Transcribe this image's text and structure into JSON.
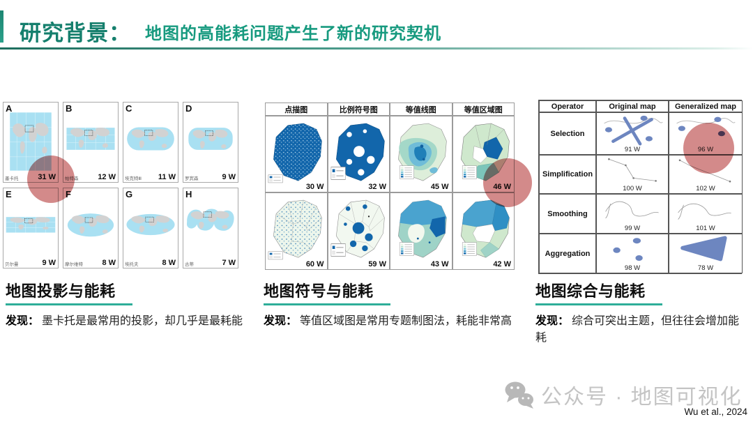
{
  "header": {
    "title": "研究背景：",
    "subtitle": "地图的高能耗问题产生了新的研究契机"
  },
  "projections": {
    "cells": [
      {
        "letter": "A",
        "name": "墨卡托",
        "watts": "31 W"
      },
      {
        "letter": "B",
        "name": "帕特森",
        "watts": "12 W"
      },
      {
        "letter": "C",
        "name": "埃克特Ⅲ",
        "watts": "11 W"
      },
      {
        "letter": "D",
        "name": "罗宾森",
        "watts": "9 W"
      },
      {
        "letter": "E",
        "name": "贝尔曼",
        "watts": "9 W"
      },
      {
        "letter": "F",
        "name": "摩尔维特",
        "watts": "8 W"
      },
      {
        "letter": "G",
        "name": "埃托夫",
        "watts": "8 W"
      },
      {
        "letter": "H",
        "name": "古蒂",
        "watts": "7 W"
      }
    ]
  },
  "symbols": {
    "headers": [
      "点描图",
      "比例符号图",
      "等值线图",
      "等值区域图"
    ],
    "row1_watts": [
      "30 W",
      "32 W",
      "45 W",
      "46 W"
    ],
    "row2_watts": [
      "60 W",
      "59 W",
      "43 W",
      "42 W"
    ]
  },
  "generalization": {
    "headers": [
      "Operator",
      "Original map",
      "Generalized map"
    ],
    "rows": [
      {
        "operator": "Selection",
        "original_watts": "91 W",
        "generalized_watts": "96 W"
      },
      {
        "operator": "Simplification",
        "original_watts": "100 W",
        "generalized_watts": "102 W"
      },
      {
        "operator": "Smoothing",
        "original_watts": "99 W",
        "generalized_watts": "101 W"
      },
      {
        "operator": "Aggregation",
        "original_watts": "98 W",
        "generalized_watts": "78 W"
      }
    ]
  },
  "sections": [
    {
      "title": "地图投影与能耗",
      "finding_label": "发现：",
      "finding": "墨卡托是最常用的投影，却几乎是最耗能"
    },
    {
      "title": "地图符号与能耗",
      "finding_label": "发现：",
      "finding": "等值区域图是常用专题制图法，耗能非常高"
    },
    {
      "title": "地图综合与能耗",
      "finding_label": "发现：",
      "finding": "综合可突出主题，但往往会增加能耗"
    }
  ],
  "footer": {
    "watermark": "公众号 · 地图可视化",
    "citation": "Wu et al., 2024"
  },
  "colors": {
    "accent_teal": "#1d8672",
    "title_green": "#157f6d",
    "subtitle_green": "#179a7f",
    "section_rule_teal": "#2eae99",
    "map_dark_blue": "#1266ab",
    "ocean_blue": "#a9e0f2",
    "land_gray": "#d2d2d2",
    "slate_blue": "#6d86c0",
    "red_overlay": "#d08080"
  }
}
